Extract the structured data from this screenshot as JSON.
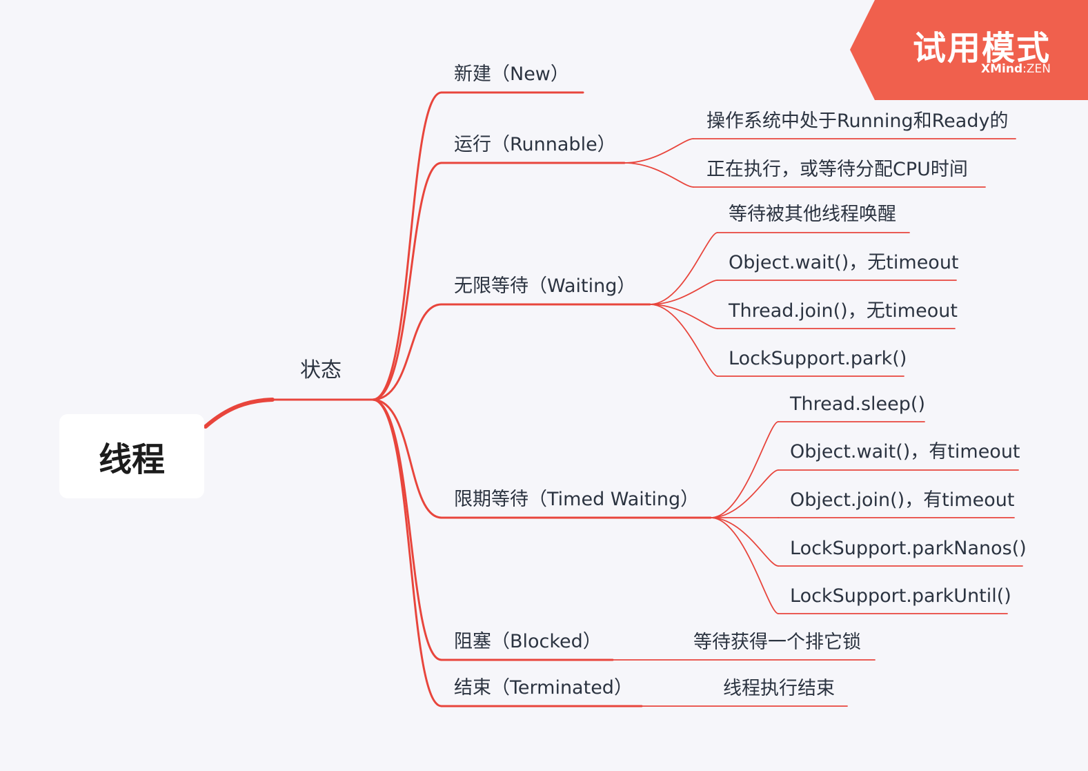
{
  "root": "线程",
  "main": "状态",
  "branches": [
    {
      "label": "新建（New）",
      "children": []
    },
    {
      "label": "运行（Runnable）",
      "children": [
        "操作系统中处于Running和Ready的",
        "正在执行，或等待分配CPU时间"
      ]
    },
    {
      "label": "无限等待（Waiting）",
      "children": [
        "等待被其他线程唤醒",
        "Object.wait()，无timeout",
        "Thread.join()，无timeout",
        "LockSupport.park()"
      ]
    },
    {
      "label": "限期等待（Timed Waiting）",
      "children": [
        "Thread.sleep()",
        "Object.wait()，有timeout",
        "Object.join()，有timeout",
        "LockSupport.parkNanos()",
        "LockSupport.parkUntil()"
      ]
    },
    {
      "label": "阻塞（Blocked）",
      "children": [
        "等待获得一个排它锁"
      ]
    },
    {
      "label": "结束（Terminated）",
      "children": [
        "线程执行结束"
      ]
    }
  ],
  "watermark": {
    "title": "试用模式",
    "brand": "XMind",
    "separator": ":",
    "edition": "ZEN"
  },
  "colors": {
    "line": "#e8453c",
    "badge": "#f0604d",
    "background": "#f6f6fa"
  }
}
